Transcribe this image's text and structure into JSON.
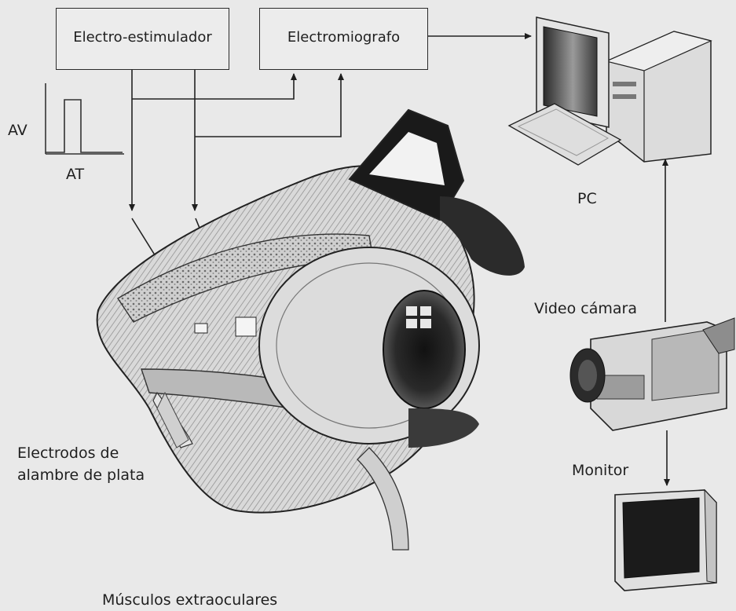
{
  "boxes": {
    "stimulator": "Electro-estimulador",
    "emg": "Electromiografo"
  },
  "waveform": {
    "y_label": "AV",
    "x_label": "AT"
  },
  "devices": {
    "pc": "PC",
    "camera": "Video cámara",
    "monitor": "Monitor"
  },
  "labels": {
    "electrodes_line1": "Electrodos de",
    "electrodes_line2": "alambre de plata",
    "muscles": "Músculos extraoculares"
  }
}
